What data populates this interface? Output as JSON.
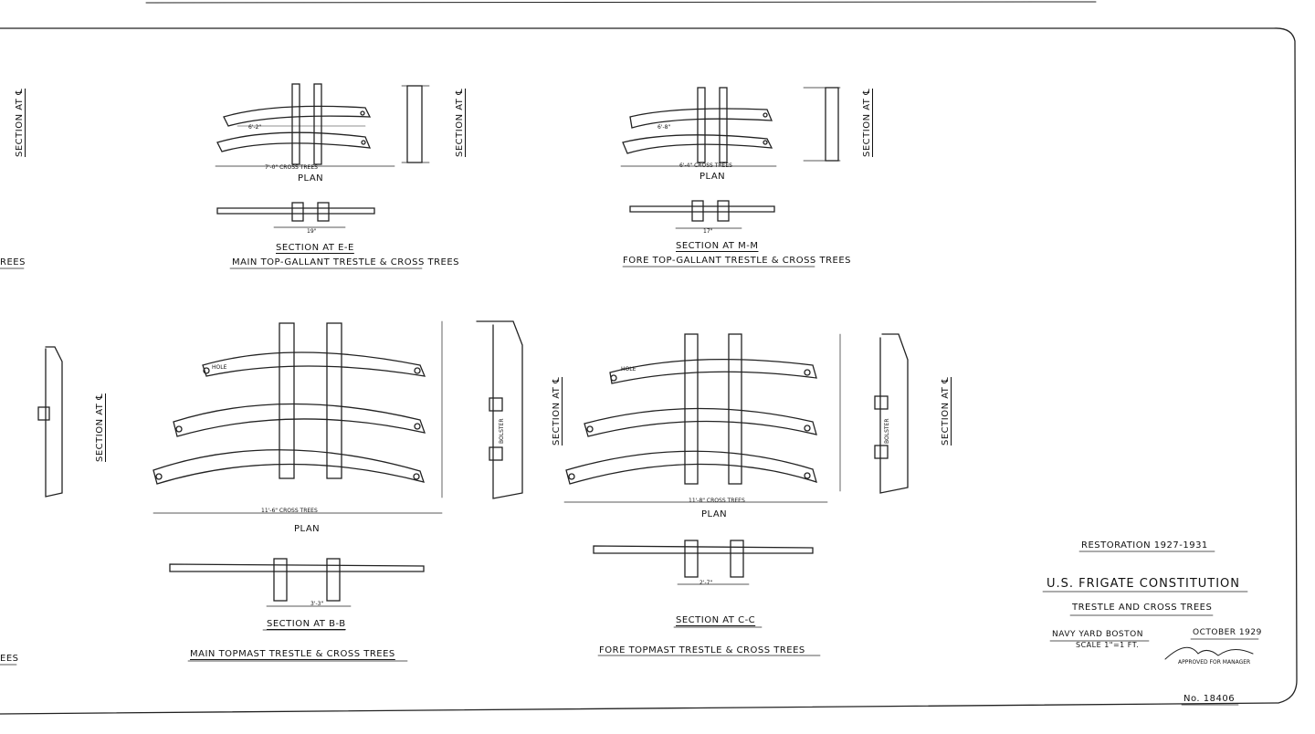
{
  "labels": {
    "section_at_cl": "SECTION AT ℄",
    "section_ee": "SECTION AT E-E",
    "main_tg": "MAIN TOP-GALLANT TRESTLE & CROSS TREES",
    "section_mm": "SECTION AT M-M",
    "fore_tg": "FORE TOP-GALLANT TRESTLE & CROSS TREES",
    "plan": "PLAN",
    "section_bb": "SECTION AT B-B",
    "main_topmast": "MAIN TOPMAST TRESTLE & CROSS TREES",
    "section_cc": "SECTION AT C-C",
    "fore_topmast": "FORE TOPMAST TRESTLE & CROSS TREES",
    "edge_rees_1": "REES",
    "edge_rees_2": "EES"
  },
  "dims": {
    "ee_plan_width": "7'-0\" CROSS TREES",
    "ee_inner": "6'-2\"",
    "ee_section": "19\"",
    "mm_plan_width": "6'-4\" CROSS TREES",
    "mm_inner": "6'-8\"",
    "mm_section": "17\"",
    "bb_plan_width": "11'-6\" CROSS TREES",
    "bb_section": "3'-3\"",
    "cc_plan_width": "11'-8\" CROSS TREES",
    "cc_section": "2'-7\"",
    "bolster": "BOLSTER",
    "hole": "HOLE"
  },
  "title_block": {
    "restoration": "RESTORATION 1927-1931",
    "ship": "U.S. FRIGATE CONSTITUTION",
    "subject": "TRESTLE AND CROSS TREES",
    "yard": "NAVY YARD BOSTON",
    "scale": "SCALE 1\"=1 FT.",
    "date": "OCTOBER 1929",
    "approved": "APPROVED FOR MANAGER",
    "number": "No. 18406"
  }
}
